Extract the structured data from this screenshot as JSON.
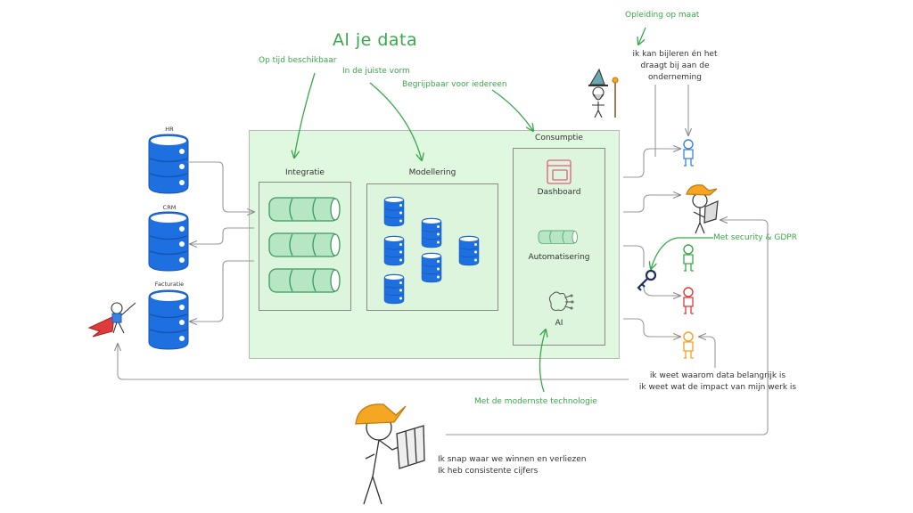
{
  "title": "Al je data",
  "annotations": {
    "op_tijd": "Op tijd beschikbaar",
    "juiste_vorm": "In de juiste vorm",
    "begrijpbaar": "Begrijpbaar voor iedereen",
    "opleiding": "Opleiding op maat",
    "security": "Met security & GDPR",
    "technologie": "Met de modernste technologie"
  },
  "sources": [
    {
      "label": "HR"
    },
    {
      "label": "CRM"
    },
    {
      "label": "Facturatie"
    }
  ],
  "sections": {
    "integratie": {
      "label": "Integratie",
      "pipes": 3
    },
    "modellering": {
      "label": "Modellering",
      "databases": 6
    },
    "consumptie": {
      "label": "Consumptie",
      "items": [
        {
          "label": "Dashboard",
          "icon": "dashboard-icon"
        },
        {
          "label": "Automatisering",
          "icon": "pipe-icon"
        },
        {
          "label": "AI",
          "icon": "brain-icon"
        }
      ]
    }
  },
  "quotes": {
    "wizard": [
      "ik kan bijleren én het",
      "draagt bij aan de",
      "onderneming"
    ],
    "users": [
      "ik weet waarom data belangrijk is",
      "ik weet wat de impact van mijn werk is"
    ],
    "manager": [
      "Ik snap waar we winnen en verliezen",
      "Ik heb consistente cijfers"
    ]
  },
  "colors": {
    "accent_green": "#3aa84a",
    "panel_green": "#e0f7e0",
    "db_blue": "#1e6fe0",
    "dashboard_pink": "#e0607e",
    "hat_orange": "#f5a623",
    "user_blue": "#3b82e0",
    "user_green": "#3aa84a",
    "user_red": "#e03b3b",
    "user_orange": "#f5a020",
    "key_navy": "#1e2f5c"
  }
}
